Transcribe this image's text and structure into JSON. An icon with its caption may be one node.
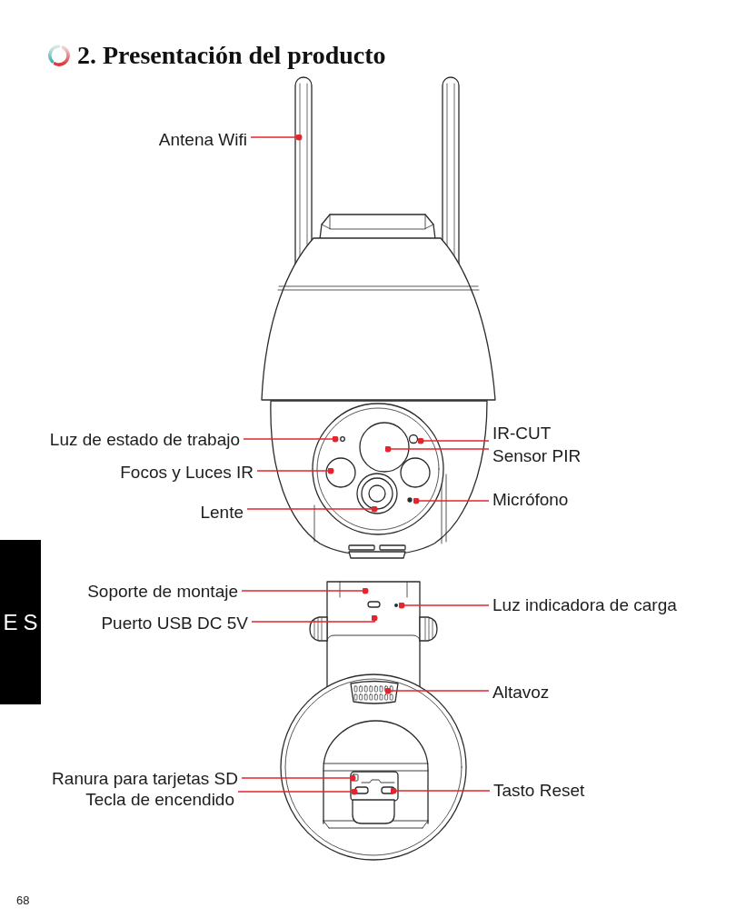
{
  "diagram": {
    "title": "2. Presentación del producto",
    "nodes": [
      {
        "text": [
          "Antena Wifi"
        ]
      },
      {
        "text": [
          "Luz de estado de trabajo"
        ]
      },
      {
        "text": [
          "IR-CUT"
        ]
      },
      {
        "text": [
          "Sensor PIR"
        ]
      },
      {
        "text": [
          "Focos y Luces IR"
        ]
      },
      {
        "text": [
          "Lente"
        ]
      },
      {
        "text": [
          "Micrófono"
        ]
      },
      {
        "text": [
          "Soporte de montaje"
        ]
      },
      {
        "text": [
          "Luz indicadora de carga"
        ]
      },
      {
        "text": [
          "Puerto USB DC 5V"
        ]
      },
      {
        "text": [
          "Altavoz"
        ]
      },
      {
        "text": [
          "Ranura para tarjetas SD"
        ]
      },
      {
        "text": [
          "Tecla de encendido"
        ]
      },
      {
        "text": [
          "Tasto Reset"
        ]
      }
    ],
    "edges": [
      {
        "from": 0,
        "to": null,
        "arrow": "other"
      },
      {
        "from": 1,
        "to": null,
        "arrow": "other"
      },
      {
        "from": 2,
        "to": null,
        "arrow": "other"
      },
      {
        "from": 3,
        "to": null,
        "arrow": "other"
      },
      {
        "from": 4,
        "to": null,
        "arrow": "other"
      },
      {
        "from": 5,
        "to": null,
        "arrow": "other"
      },
      {
        "from": 6,
        "to": null,
        "arrow": "other"
      },
      {
        "from": 7,
        "to": null,
        "arrow": "other"
      },
      {
        "from": 8,
        "to": null,
        "arrow": "other"
      },
      {
        "from": 9,
        "to": null,
        "arrow": "other"
      },
      {
        "from": 10,
        "to": null,
        "arrow": "other"
      },
      {
        "from": 11,
        "to": null,
        "arrow": "other"
      },
      {
        "from": 12,
        "to": null,
        "arrow": "other"
      },
      {
        "from": 13,
        "to": null,
        "arrow": "other"
      }
    ],
    "labels": [
      "ES",
      "68"
    ]
  }
}
